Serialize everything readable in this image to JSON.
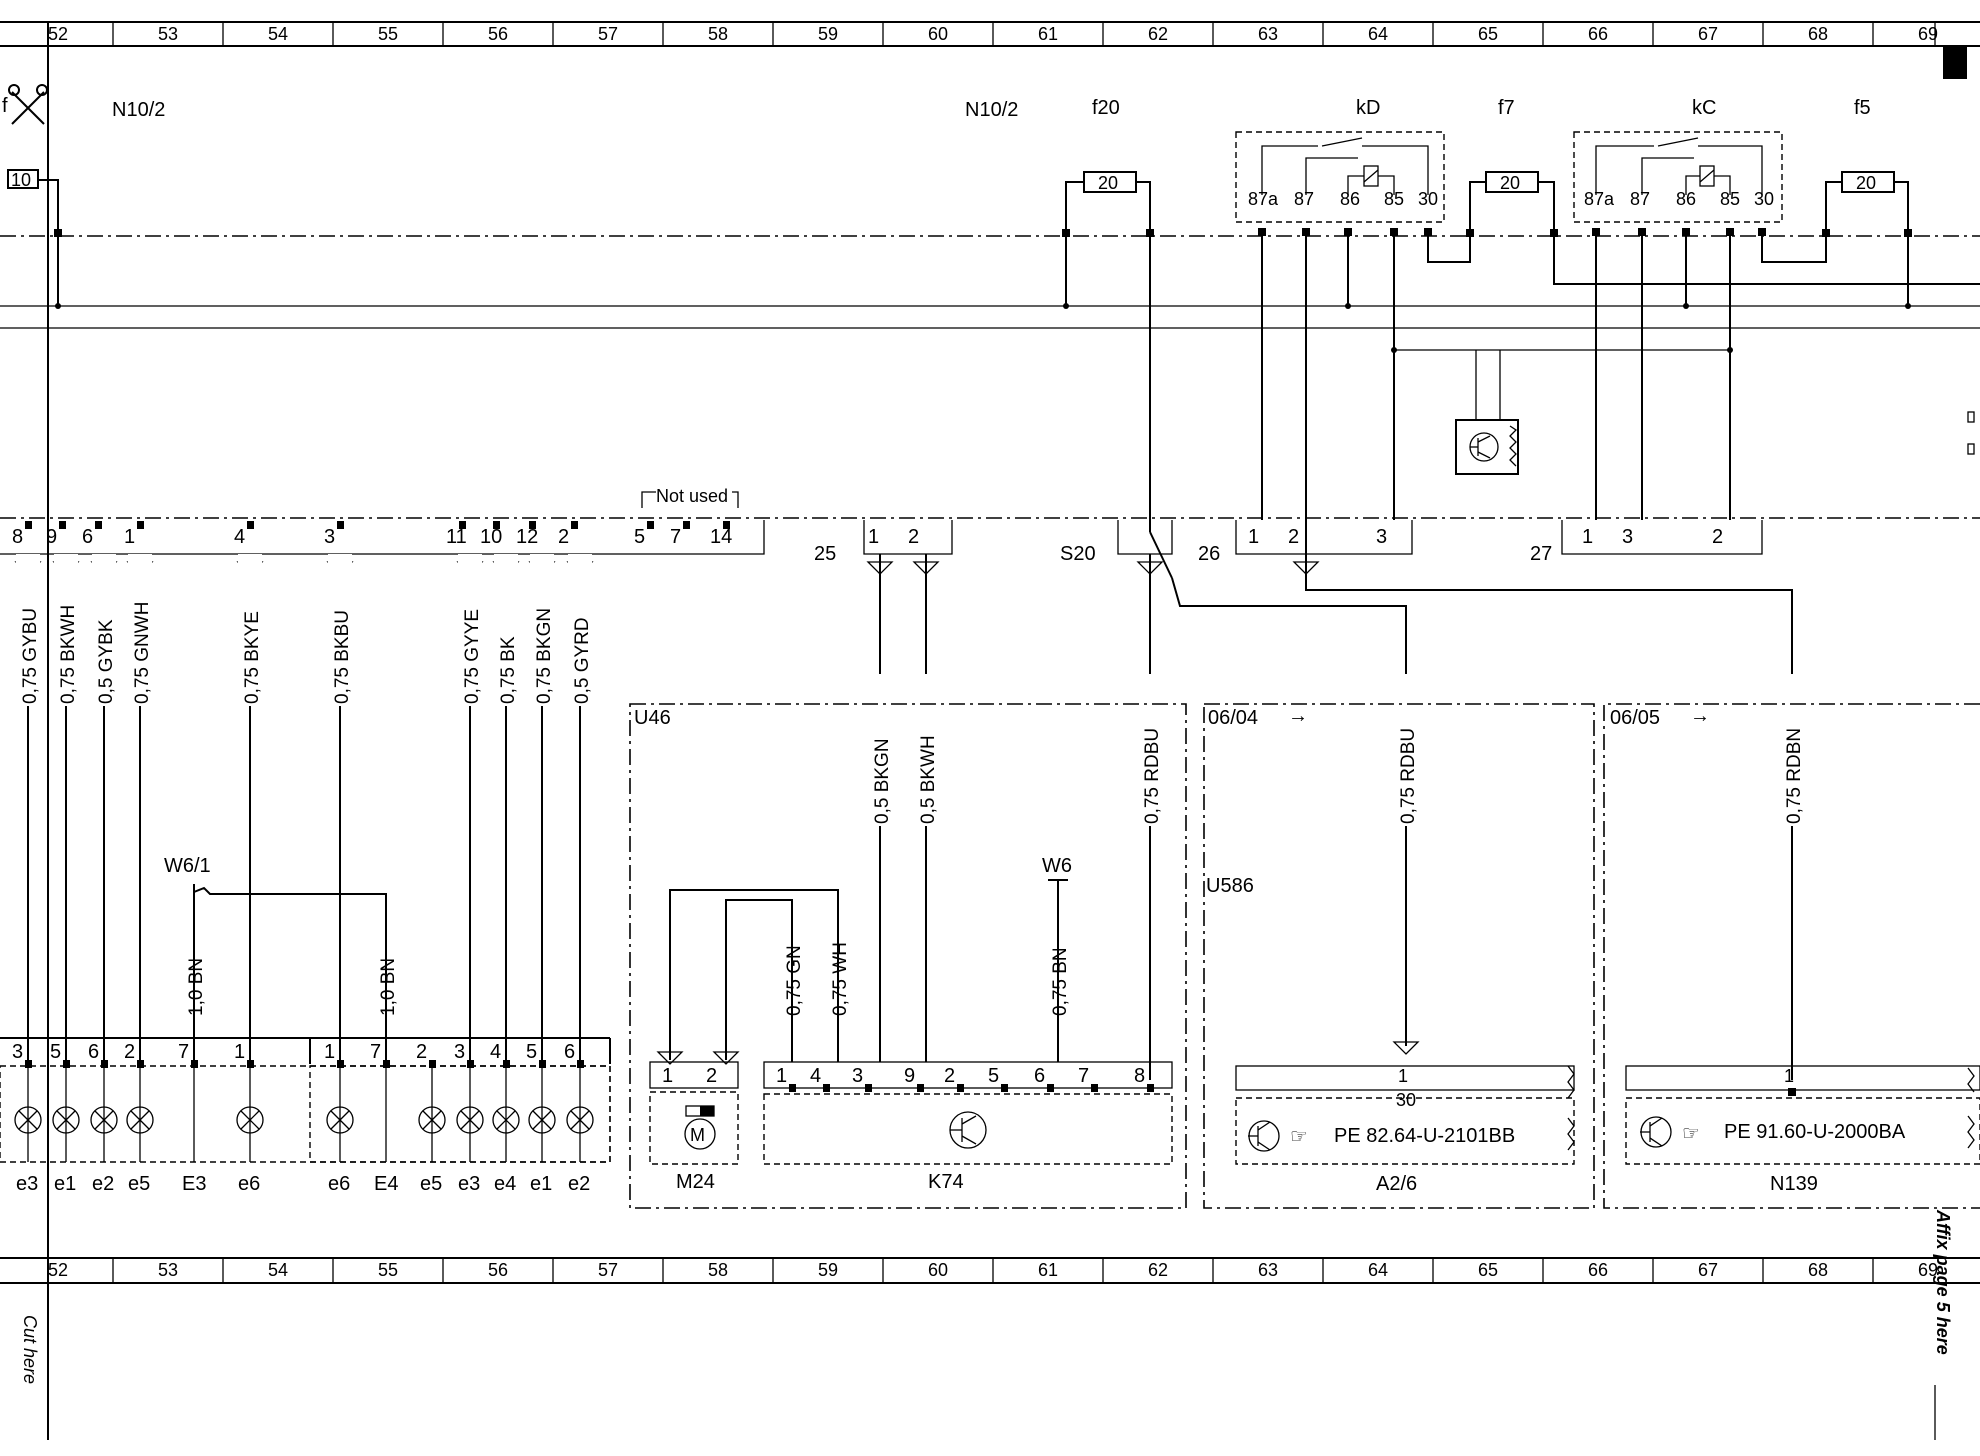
{
  "ruler_numbers": [
    "52",
    "53",
    "54",
    "55",
    "56",
    "57",
    "58",
    "59",
    "60",
    "61",
    "62",
    "63",
    "64",
    "65",
    "66",
    "67",
    "68",
    "69"
  ],
  "sidebar": {
    "cut_here": "Cut here",
    "affix": "Affix page 5 here"
  },
  "scissor_label": "f",
  "labels": {
    "n102_left": "N10/2",
    "n102_right": "N10/2",
    "f20": "f20",
    "kD": "kD",
    "f7": "f7",
    "kC": "kC",
    "f5": "f5",
    "fuse_10": "10",
    "fuse_f20": "20",
    "fuse_f7": "20",
    "fuse_f5": "20",
    "not_used": "Not used",
    "c25": "25",
    "s20": "S20",
    "c26": "26",
    "c27": "27",
    "u46": "U46",
    "u586": "U586",
    "ref_0604": "06/04",
    "ref_0605": "06/05",
    "w61": "W6/1",
    "w6": "W6",
    "m24": "M24",
    "k74": "K74",
    "a26": "A2/6",
    "n139": "N139",
    "pe_a26": "PE 82.64-U-2101BB",
    "pe_n139": "PE 91.60-U-2000BA"
  },
  "relay_pins": [
    "87a",
    "87",
    "86",
    "85",
    "30"
  ],
  "top_connector_pins": [
    "8",
    "9",
    "6",
    "1",
    "4",
    "3",
    "11",
    "10",
    "12",
    "2",
    "5",
    "7",
    "14"
  ],
  "conn25_pins": [
    "1",
    "2"
  ],
  "conn26_pins": [
    "1",
    "2",
    "3"
  ],
  "conn27_pins": [
    "1",
    "3",
    "2"
  ],
  "wires": {
    "w1": "0,75 GYBU",
    "w2": "0,75 BKWH",
    "w3": "0,5 GYBK",
    "w4": "0,75 GNWH",
    "w5": "0,75 BKYE",
    "w6": "0,75 BKBU",
    "w7": "0,75 GYYE",
    "w8": "0,75 BK",
    "w9": "0,75 BKGN",
    "w10": "0,5 GYRD",
    "w11": "0,5 BKGN",
    "w12": "0,5 BKWH",
    "w13": "0,75 RDBU",
    "w14": "0,75 RDBU",
    "w15": "0,75 RDBN",
    "w16": "1,0 BN",
    "w17": "1,0 BN",
    "w18": "0,75 GN",
    "w19": "0,75 WH",
    "w20": "0,75 BN"
  },
  "e3_pins": [
    "3",
    "5",
    "6",
    "2",
    "7",
    "1"
  ],
  "e3_labels": [
    "e3",
    "e1",
    "e2",
    "e5",
    "E3",
    "e6"
  ],
  "e4_pins": [
    "1",
    "7",
    "2",
    "3",
    "4",
    "5",
    "6"
  ],
  "e4_labels": [
    "e6",
    "E4",
    "e5",
    "e3",
    "e4",
    "e1",
    "e2"
  ],
  "m24_pins": [
    "1",
    "2"
  ],
  "k74_pins": [
    "1",
    "4",
    "3",
    "9",
    "2",
    "5",
    "6",
    "7",
    "8"
  ],
  "a26_pins": [
    "1",
    "30"
  ],
  "n139_pins": [
    "1"
  ]
}
